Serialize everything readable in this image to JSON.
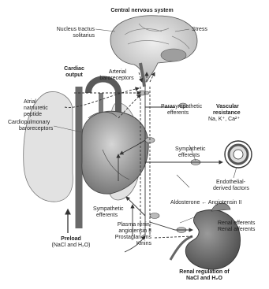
{
  "title": "Central nervous system",
  "labels": {
    "nucleus_tractus": "Nucleus tractus",
    "solitarius": "solitarius",
    "stress": "Stress",
    "cardiac": "Cardiac",
    "output": "output",
    "arterial": "Arterial",
    "baroreceptors": "baroreceptors",
    "atrial": "Atrial",
    "natriuretic": "natriuretic",
    "peptide": "peptide",
    "cardiopulmonary": "Cardiopulmonary",
    "cp_baroreceptors": "baroreceptors",
    "parasympathetic": "Parasympathetic",
    "efferents_para": "efferents",
    "vascular": "Vascular",
    "resistance": "resistance",
    "ions": "Na, K⁺, Ca²⁺",
    "sympathetic_r": "Sympathetic",
    "efferents_sym_r": "efferents",
    "endothelial": "Endothelial-",
    "derived_factors": "derived factors",
    "aldosterone": "Aldosterone ← Angiotensin II",
    "sympathetic_l": "Sympathetic",
    "efferents_sym_l": "efferents",
    "renal_efferents": "Renal efferents",
    "renal_afferents": "Renal afferents",
    "plasma_renin": "Plasma renin-",
    "angiotensin": "angiotensin II",
    "prostaglandins": "Prostaglandins",
    "kinins": "Kinins",
    "preload": "Preload",
    "nacl_h2o": "(NaCl and H₂O)",
    "renal_regulation": "Renal regulation of",
    "nacl_h2o_bold": "NaCl and H₂O"
  },
  "colors": {
    "line": "#333333",
    "organ_fill": "#bdbdbd",
    "organ_dark": "#6e6e6e",
    "lung_fill": "#dcdcdc"
  }
}
